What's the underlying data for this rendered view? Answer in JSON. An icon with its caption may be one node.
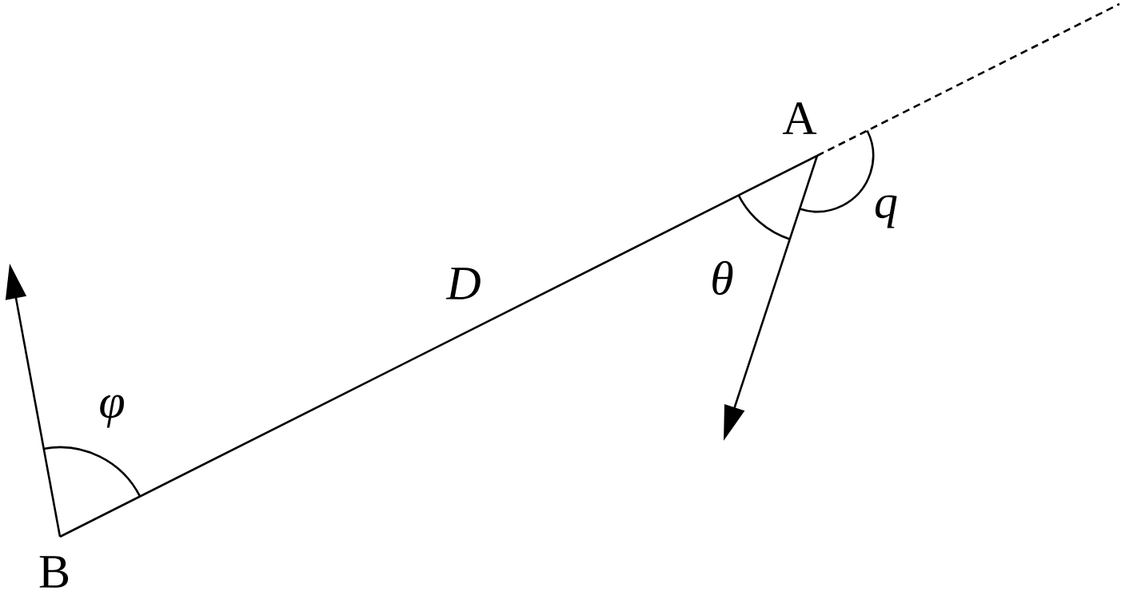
{
  "diagram": {
    "nodes": [
      {
        "text": [
          "A"
        ]
      },
      {
        "text": [
          "B"
        ]
      }
    ],
    "edges": [
      {
        "from": 1,
        "to": 0,
        "arrow": "none",
        "label": "D"
      },
      {
        "from": 1,
        "to": null,
        "arrow": "to"
      },
      {
        "from": 0,
        "to": null,
        "arrow": "to"
      },
      {
        "from": 0,
        "to": null,
        "arrow": "none",
        "style": "dashed"
      }
    ],
    "labels": [
      "φ",
      "θ",
      "q"
    ]
  }
}
